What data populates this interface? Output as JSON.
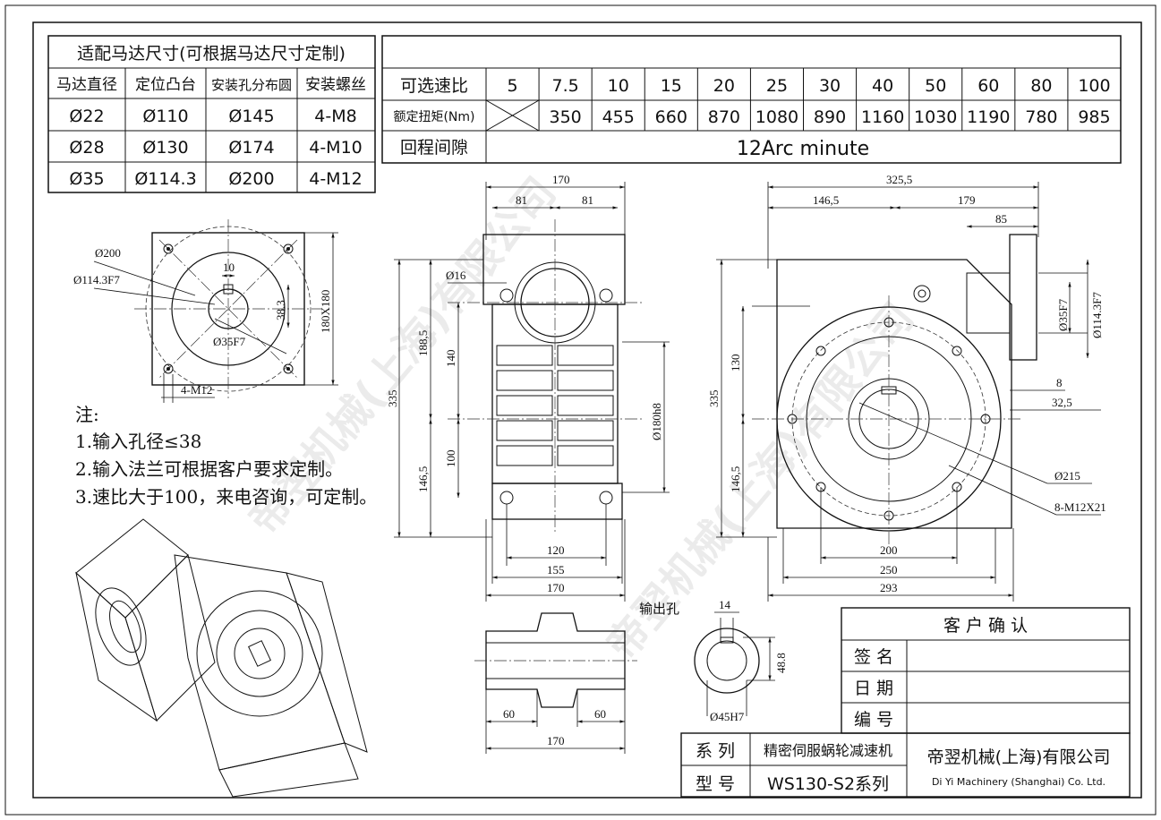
{
  "motor_table": {
    "title": "适配马达尺寸(可根据马达尺寸定制)",
    "headers": [
      "马达直径",
      "定位凸台",
      "安装孔分布圆",
      "安装螺丝"
    ],
    "rows": [
      [
        "Ø22",
        "Ø110",
        "Ø145",
        "4-M8"
      ],
      [
        "Ø28",
        "Ø130",
        "Ø174",
        "4-M10"
      ],
      [
        "Ø35",
        "Ø114.3",
        "Ø200",
        "4-M12"
      ]
    ]
  },
  "ratio_table": {
    "ratio_label": "可选速比",
    "ratios": [
      "5",
      "7.5",
      "10",
      "15",
      "20",
      "25",
      "30",
      "40",
      "50",
      "60",
      "80",
      "100"
    ],
    "torque_label": "额定扭矩(Nm)",
    "torques": [
      "",
      "350",
      "455",
      "660",
      "870",
      "1080",
      "890",
      "1160",
      "1030",
      "1190",
      "780",
      "985"
    ],
    "backlash_label": "回程间隙",
    "backlash_value": "12Arc minute"
  },
  "flange_view": {
    "d200": "Ø200",
    "d114": "Ø114.3F7",
    "key_width": "10",
    "key_depth": "38.3",
    "bore": "Ø35F7",
    "square": "180X180",
    "bolts": "4-M12"
  },
  "notes": {
    "title": "注:",
    "items": [
      "1.输入孔径≤38",
      "2.输入法兰可根据客户要求定制。",
      "3.速比大于100，来电咨询，可定制。"
    ]
  },
  "front_view": {
    "width_total": "170",
    "half_left": "81",
    "half_right": "81",
    "hole": "Ø16",
    "h_total": "335",
    "h_upper": "188,5",
    "h_140": "140",
    "h_100": "100",
    "h_lower": "146,5",
    "bore": "Ø180h8",
    "w120": "120",
    "w155": "155",
    "w170": "170"
  },
  "side_view": {
    "w_total": "325,5",
    "w_left": "146,5",
    "w_right": "179",
    "w85": "85",
    "h_total": "335",
    "h130": "130",
    "h_lower": "146,5",
    "d35": "Ø35F7",
    "d114": "Ø114.3F7",
    "d8": "8",
    "d32": "32,5",
    "d215": "Ø215",
    "bolts": "8-M12X21",
    "w200": "200",
    "w250": "250",
    "w293": "293"
  },
  "output_hole": {
    "label": "输出孔",
    "key": "14",
    "depth": "48.8",
    "bore": "Ø45H7",
    "l_left": "60",
    "l_right": "60",
    "l_total": "170"
  },
  "title_block": {
    "confirm_title": "客 户 确 认",
    "sign": "签 名",
    "date": "日 期",
    "number": "编 号",
    "series_label": "系 列",
    "series_value": "精密伺服蜗轮减速机",
    "model_label": "型 号",
    "model_value": "WS130-S2系列",
    "company_cn": "帝翌机械(上海)有限公司",
    "company_en": "Di Yi Machinery (Shanghai) Co. Ltd."
  },
  "watermark": "帝翌机械(上海)有限公司"
}
